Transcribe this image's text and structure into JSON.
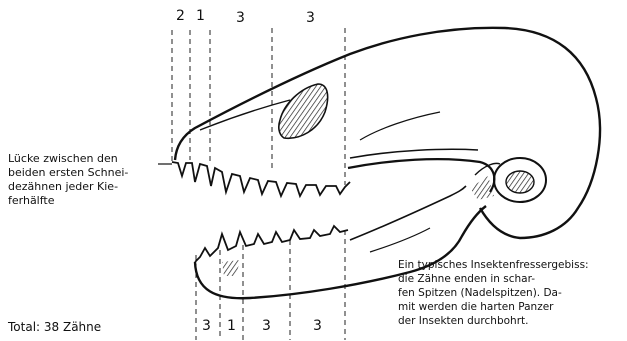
{
  "top_counts": [
    "2",
    "1",
    "3",
    "3"
  ],
  "bottom_counts": [
    "3",
    "1",
    "3",
    "3"
  ],
  "gap_note": [
    "Lücke zwischen den",
    "beiden ersten Schnei-",
    "dezähnen jeder Kie-",
    "ferhälfte"
  ],
  "insect_note": [
    "Ein typisches Insektenfressergebiss:",
    "die Zähne enden in schar-",
    "fen Spitzen (Nadelspitzen). Da-",
    "mit werden die harten Panzer",
    "der Insekten durchbohrt."
  ],
  "total": "Total: 38 Zähne"
}
